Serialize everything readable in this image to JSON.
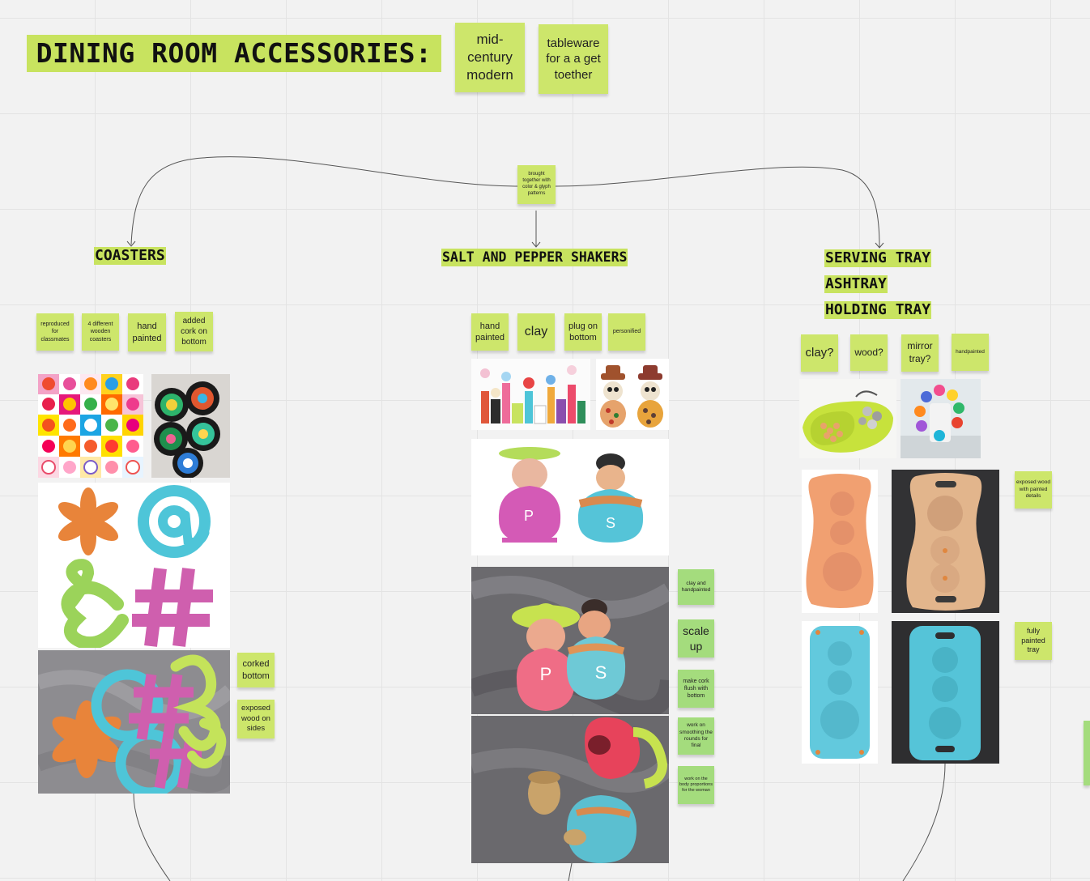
{
  "board": {
    "title": "DINING ROOM ACCESSORIES:",
    "notes": [
      "mid-century modern",
      "tableware for a a get toether"
    ]
  },
  "center_note": "brought together with color & glyph patterns",
  "sections": {
    "coasters": {
      "heading": "COASTERS",
      "notes": [
        "reproduced for classmates",
        "4 different wooden coasters",
        "hand painted",
        "added cork on bottom"
      ],
      "side_notes": [
        "corked bottom",
        "exposed wood on sides"
      ]
    },
    "shakers": {
      "heading": "SALT AND PEPPER SHAKERS",
      "notes": [
        "hand painted",
        "clay",
        "plug on bottom",
        "personified"
      ],
      "side_notes": [
        "clay and handpainted",
        "scale up",
        "make cork flush with bottom",
        "work on smoothing the rounds for final",
        "work on the body proportions for the woman"
      ],
      "glyph_p": "P",
      "glyph_s": "S"
    },
    "tray": {
      "headings": [
        "SERVING TRAY",
        "ASHTRAY",
        "HOLDING TRAY"
      ],
      "notes": [
        "clay?",
        "wood?",
        "mirror tray?",
        "handpainted"
      ],
      "side_notes": [
        "exposed wood with painted details",
        "fully painted tray"
      ]
    }
  },
  "colors": {
    "sticky": "#cde66b",
    "sticky_green": "#a4dc7d",
    "heading": "#c8e35f",
    "orange": "#e8843a",
    "cyan": "#4ec5d8",
    "magenta": "#cf5fae",
    "lime": "#9bd35a"
  }
}
